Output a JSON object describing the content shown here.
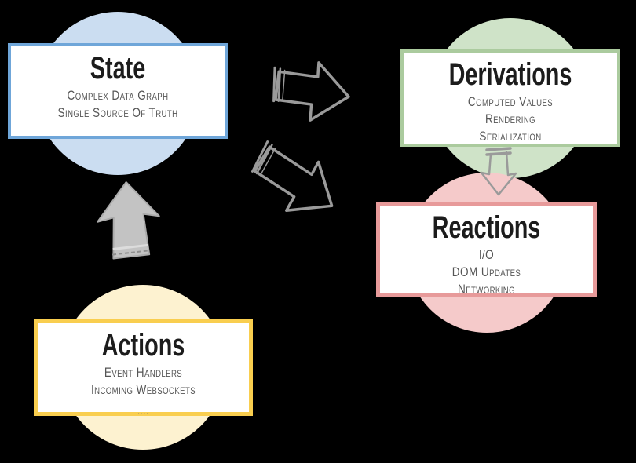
{
  "diagram": {
    "background": "#000000",
    "arrow_stroke": "#9a9a9a",
    "arrow_fill": "#c3c3c3",
    "nodes": [
      {
        "id": "state",
        "title": "State",
        "lines": [
          "Complex Data Graph",
          "Single Source Of Truth"
        ],
        "border_color": "#6fa6d9",
        "halo_color": "#cbddf1"
      },
      {
        "id": "derivations",
        "title": "Derivations",
        "lines": [
          "Computed Values",
          "Rendering",
          "Serialization"
        ],
        "border_color": "#abcb9e",
        "halo_color": "#cfe3c8"
      },
      {
        "id": "reactions",
        "title": "Reactions",
        "lines": [
          "I/O",
          "DOM Updates",
          "Networking"
        ],
        "border_color": "#e79a9a",
        "halo_color": "#f5caca"
      },
      {
        "id": "actions",
        "title": "Actions",
        "lines": [
          "Event Handlers",
          "Incoming Websockets",
          "...."
        ],
        "border_color": "#f9ce4f",
        "halo_color": "#fdf2d0"
      }
    ],
    "arrows": [
      {
        "id": "state-to-derivations",
        "style": "outline"
      },
      {
        "id": "state-to-reactions",
        "style": "outline"
      },
      {
        "id": "derivations-to-reactions",
        "style": "outline-small"
      },
      {
        "id": "actions-to-state",
        "style": "solid"
      }
    ]
  }
}
